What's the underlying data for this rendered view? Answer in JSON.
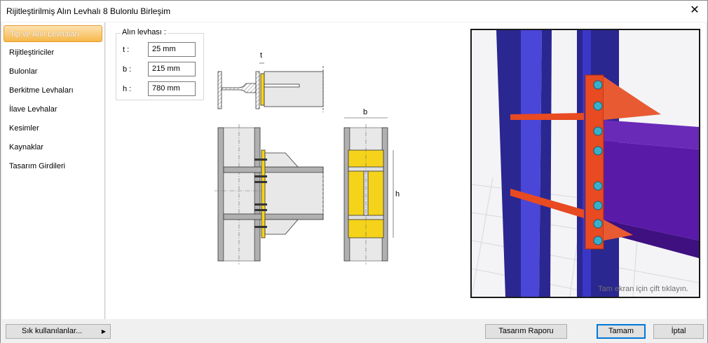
{
  "window": {
    "title": "Rijitleştirilmiş Alın Levhalı 8 Bulonlu Birleşim",
    "close_glyph": "✕"
  },
  "sidebar": {
    "items": [
      {
        "label": "Tip ve Alın Levhaları",
        "active": true
      },
      {
        "label": "Rijitleştiriciler"
      },
      {
        "label": "Bulonlar"
      },
      {
        "label": "Berkitme Levhaları"
      },
      {
        "label": "İlave Levhalar"
      },
      {
        "label": "Kesimler"
      },
      {
        "label": "Kaynaklar"
      },
      {
        "label": "Tasarım Girdileri"
      }
    ]
  },
  "plate": {
    "group_label": "Alın levhası :",
    "t": {
      "label": "t :",
      "value": "25 mm"
    },
    "b": {
      "label": "b :",
      "value": "215 mm"
    },
    "h": {
      "label": "h :",
      "value": "780 mm"
    }
  },
  "drawing": {
    "dim_t": "t",
    "dim_b": "b",
    "dim_h": "h"
  },
  "viewport": {
    "hint": "Tam ekran için çift tıklayın."
  },
  "footer": {
    "favorites_label": "Sık kullanılanlar...",
    "report_label": "Tasarım Raporu",
    "ok_label": "Tamam",
    "cancel_label": "İptal"
  },
  "colors": {
    "active_tab": "#f7b84a",
    "plate_yellow": "#f5d31a",
    "column_blue": "#3a36c8",
    "beam_purple": "#5a1aa8",
    "plate_orange": "#e84a22"
  }
}
